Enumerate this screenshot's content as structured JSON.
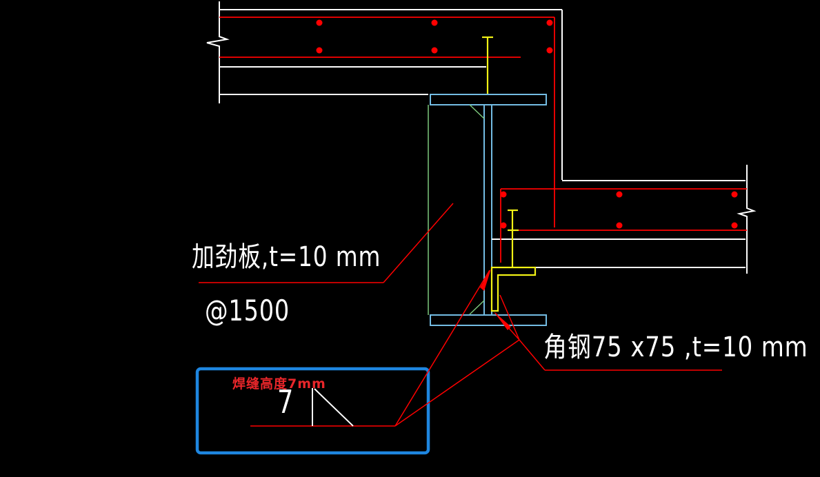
{
  "drawing": {
    "labels": {
      "stiffener": "加劲板,t=10 mm",
      "spacing": "@1500",
      "angle_steel": "角钢75 x75 ,t=10 mm",
      "weld_note": "焊缝高度7mm",
      "weld_size": "7"
    },
    "colors": {
      "background": "#000000",
      "outline": "#ffffff",
      "rebar": "#ff0000",
      "steel": "#74bde4",
      "stiffener_hidden": "#7cc87c",
      "bolt": "#f2f215",
      "highlight_box": "#1e86e0",
      "weld_note_text": "#e8262a"
    }
  }
}
